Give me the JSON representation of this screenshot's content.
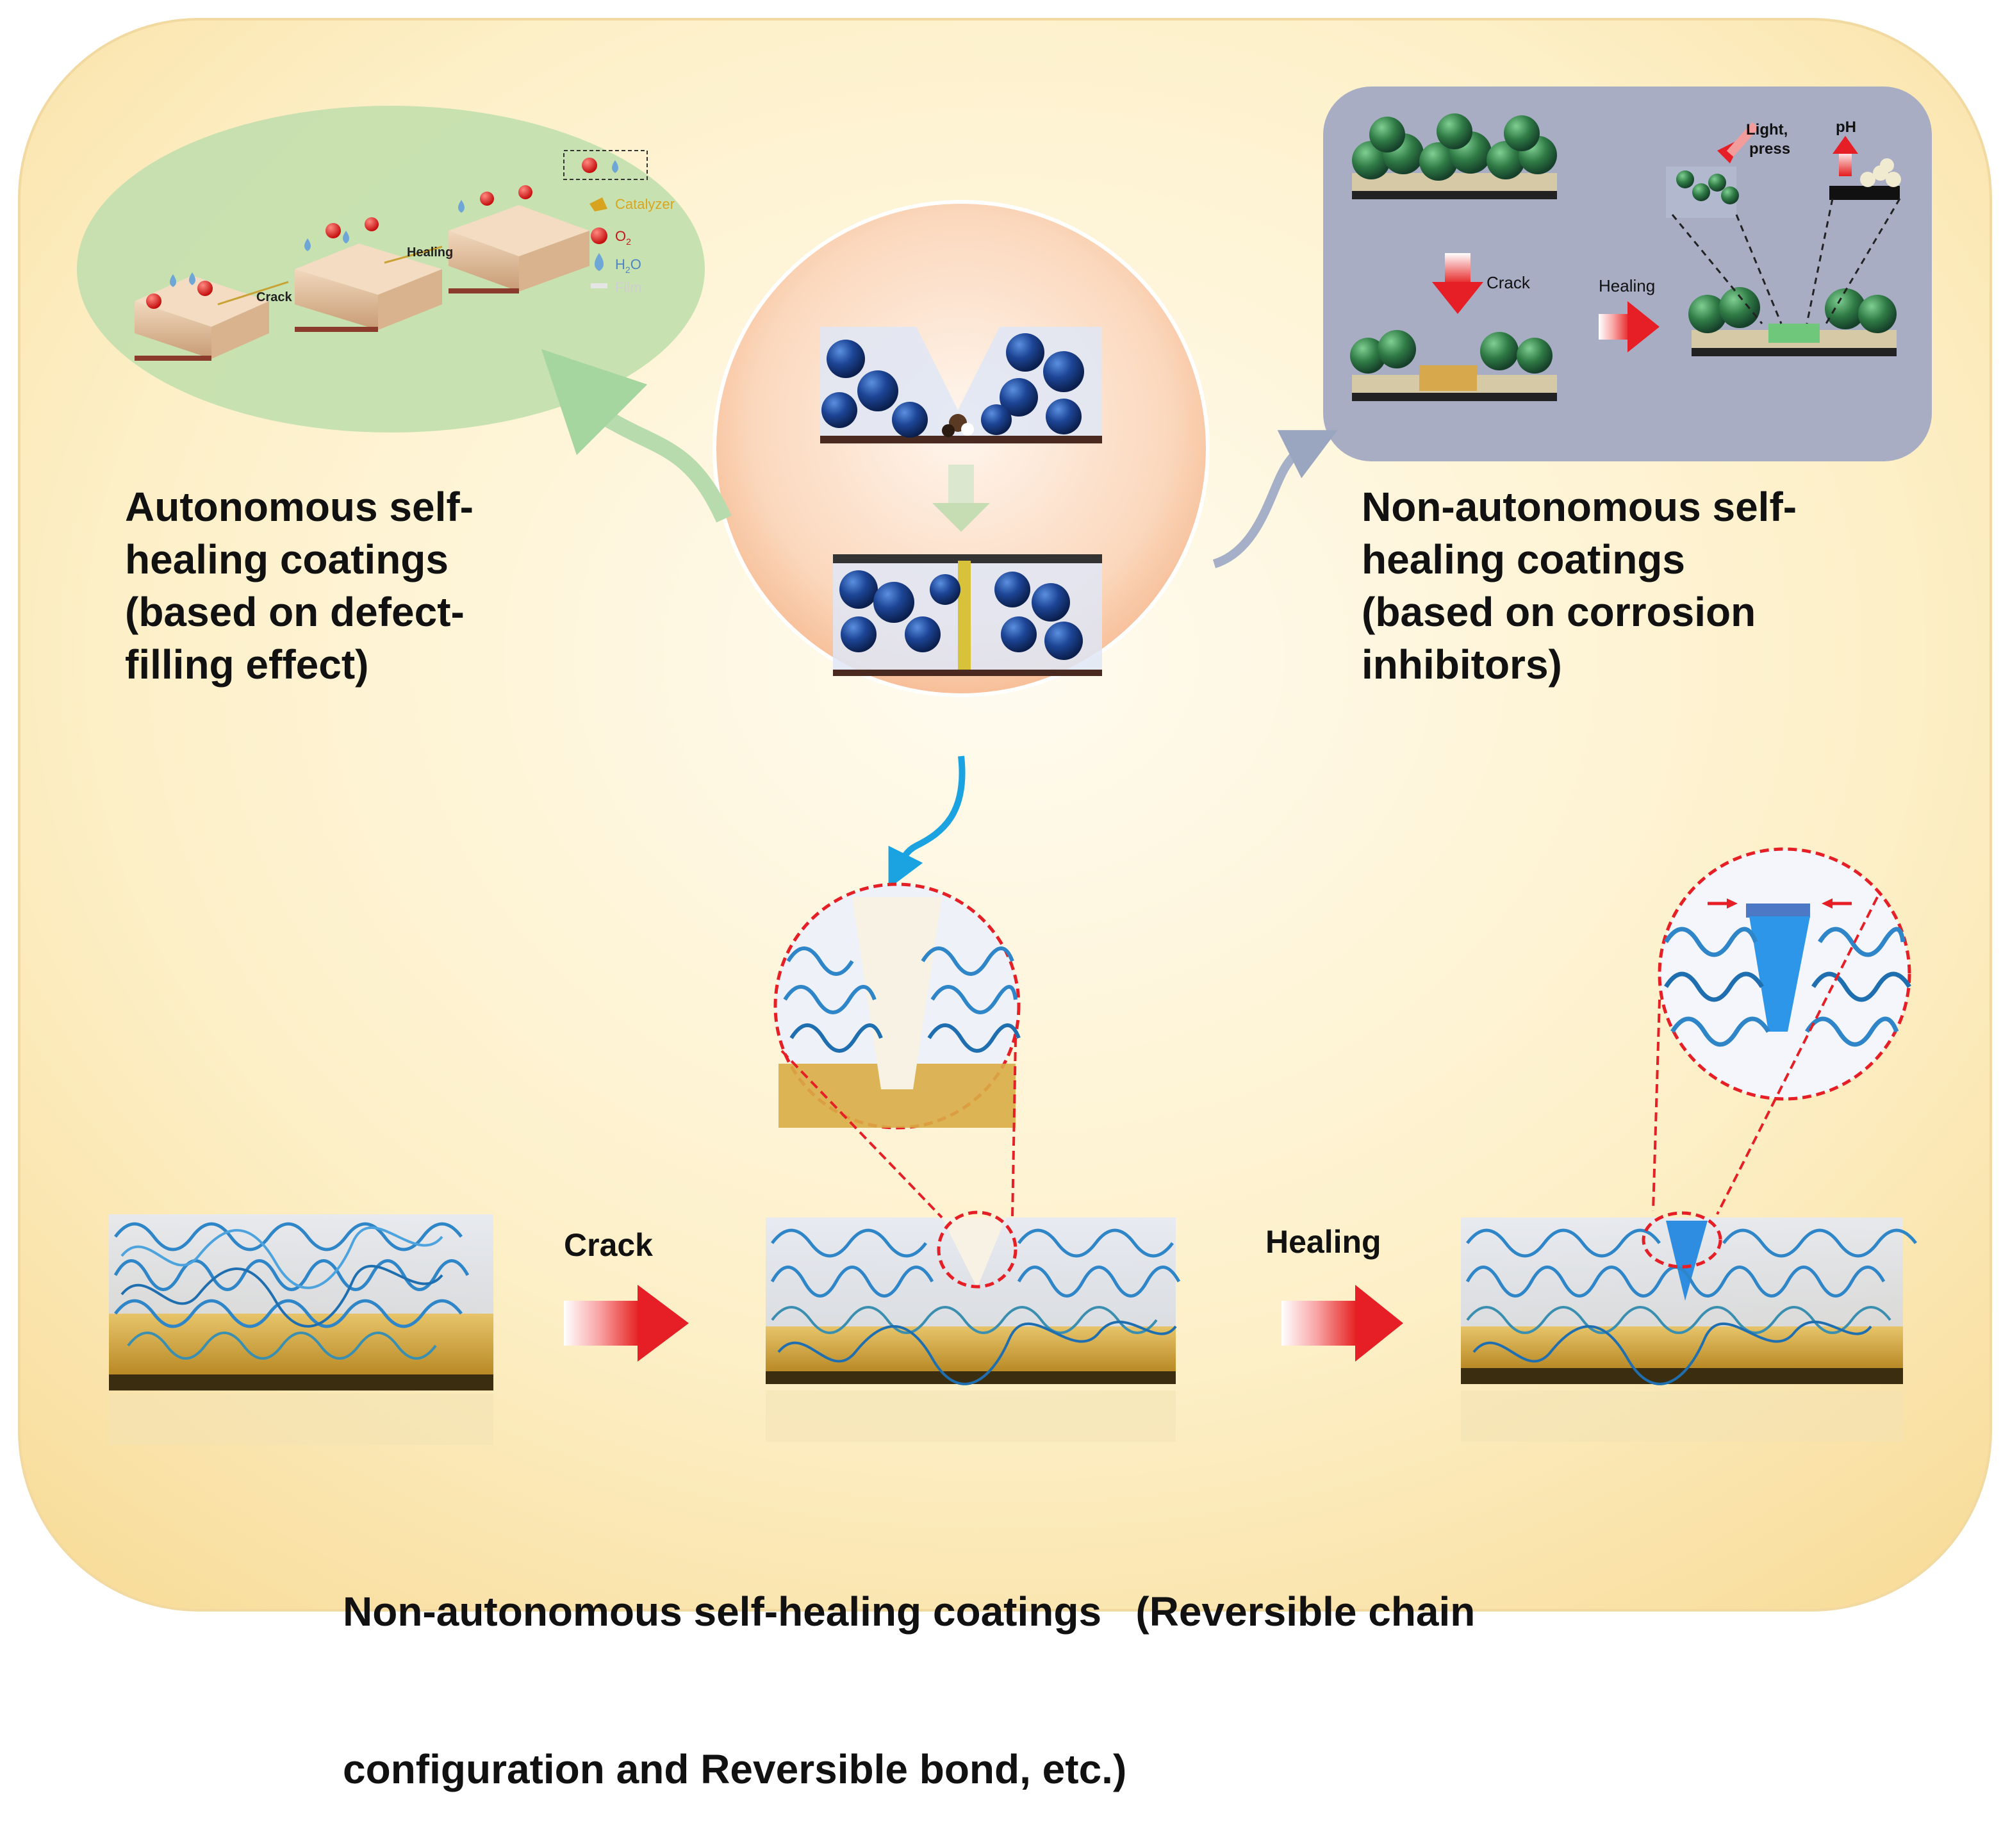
{
  "autonomous": {
    "lines": [
      "Autonomous self-",
      "healing coatings",
      "(based on defect-",
      "filling effect)"
    ],
    "inset_labels": {
      "crack": "Crack",
      "healing": "Healing",
      "catalyzer": "Catalyzer",
      "o2": "O",
      "o2_sub": "2",
      "h2o_h": "H",
      "h2o_sub": "2",
      "h2o_o": "O",
      "film": "Film"
    }
  },
  "non_autonomous_inhibitor": {
    "lines": [
      "Non-autonomous self-",
      "healing coatings",
      "(based on corrosion",
      "inhibitors)"
    ],
    "inset_labels": {
      "crack": "Crack",
      "healing": "Healing",
      "light_press_1": "Light,",
      "light_press_2": "press",
      "ph": "pH"
    }
  },
  "bottom": {
    "crack": "Crack",
    "healing": "Healing",
    "caption_line1": "Non-autonomous self-healing coatings   (Reversible chain",
    "caption_line2": "configuration and Reversible bond, etc.)"
  },
  "colors": {
    "background_warm": "#f9e3a6",
    "green_panel": "#bcd9a2",
    "grey_panel": "#a9aec4",
    "center_circle": "#f7c9a9",
    "sphere_blue": "#1b3f8f",
    "chain_blue": "#2e86c8",
    "substrate_gold": "#cfa545",
    "arrow_red": "#e61e25"
  }
}
